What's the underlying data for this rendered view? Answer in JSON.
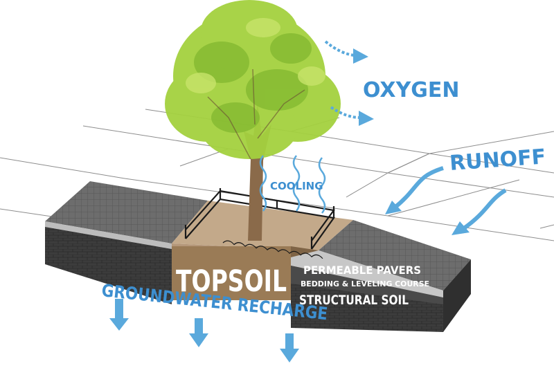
{
  "labels": {
    "oxygen": "OXYGEN",
    "runoff": "RUNOFF",
    "cooling": "COOLING",
    "topsoil": "TOPSOIL",
    "permeable_pavers": "PERMEABLE PAVERS",
    "bedding_course": "BEDDING & LEVELING COURSE",
    "structural_soil": "STRUCTURAL SOIL",
    "groundwater_recharge": "GROUNDWATER RECHARGE"
  },
  "colors": {
    "label_blue": "#3d8fd0",
    "arrow_blue": "#5aa9dc",
    "topsoil_brown": "#9a7b56",
    "topsoil_top": "#c2a98a",
    "paver_top": "#6f6f6f",
    "paver_side": "#3f3f3f",
    "canopy_green": "#9ccc3c",
    "trunk": "#8a6a4a"
  },
  "icons": [
    "oxygen-arrow-icon",
    "runoff-arrow-icon",
    "cooling-wave-icon",
    "groundwater-arrow-icon",
    "fence-icon",
    "tree-icon"
  ]
}
